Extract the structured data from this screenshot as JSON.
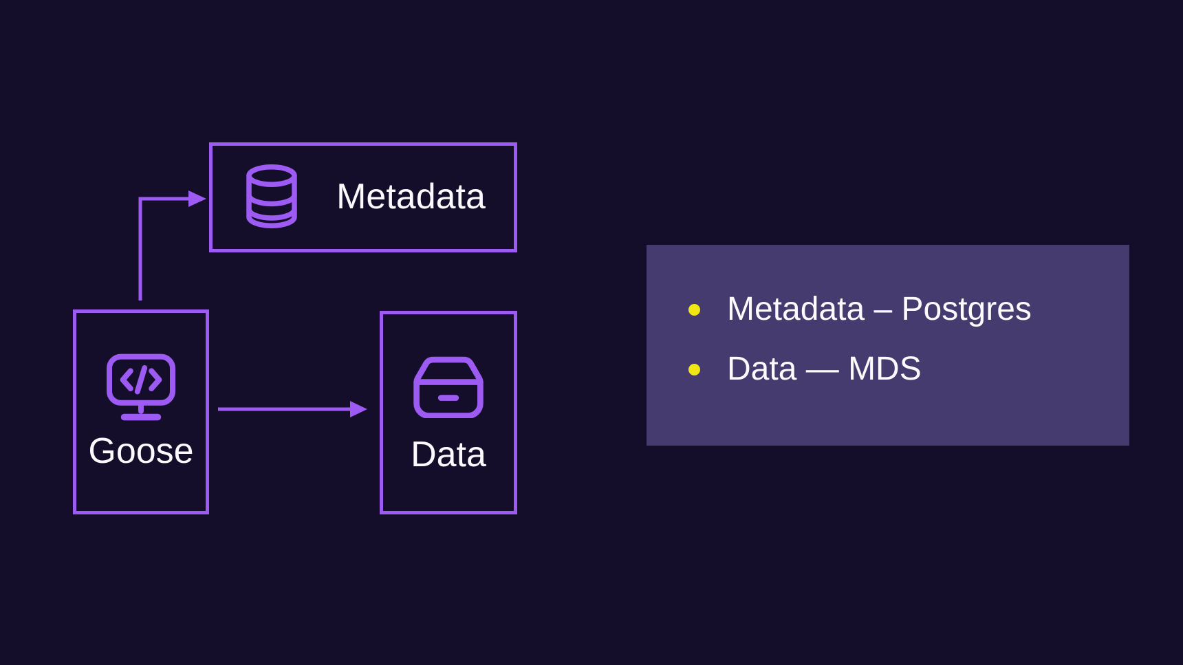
{
  "theme": {
    "background": "#140e2b",
    "accent": "#9e5bf3",
    "panel_bg": "#463b6f",
    "bullet_color": "#f1e714",
    "text_color": "#fbfafc"
  },
  "diagram": {
    "nodes": {
      "goose": {
        "label": "Goose",
        "icon": "code-monitor-icon"
      },
      "metadata": {
        "label": "Metadata",
        "icon": "database-icon"
      },
      "data": {
        "label": "Data",
        "icon": "storage-drawer-icon"
      }
    },
    "edges": [
      {
        "from": "goose",
        "to": "metadata"
      },
      {
        "from": "goose",
        "to": "data"
      }
    ]
  },
  "panel": {
    "items": [
      {
        "text": "Metadata – Postgres"
      },
      {
        "text": "Data — MDS"
      }
    ]
  }
}
